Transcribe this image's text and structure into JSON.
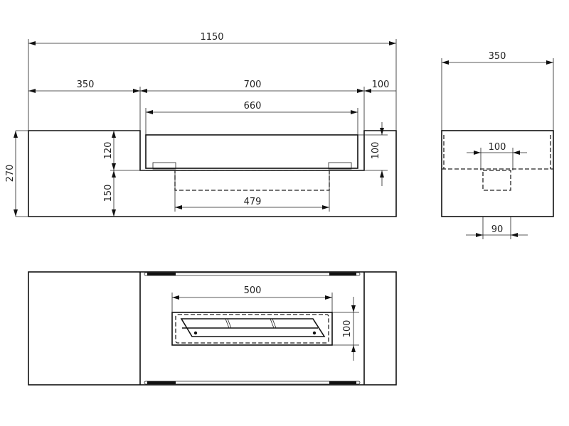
{
  "front_view": {
    "dims": {
      "overall_width": "1150",
      "left_block": "350",
      "middle": "700",
      "right_block": "100",
      "tray_width": "660",
      "upper_height": "120",
      "lower_height": "150",
      "total_height": "270",
      "tray_depth": "100",
      "burner_width": "479"
    }
  },
  "side_view": {
    "dims": {
      "depth": "350",
      "opening": "100",
      "burner_depth": "90"
    }
  },
  "top_view": {
    "dims": {
      "burner_length": "500",
      "burner_width": "100"
    }
  }
}
